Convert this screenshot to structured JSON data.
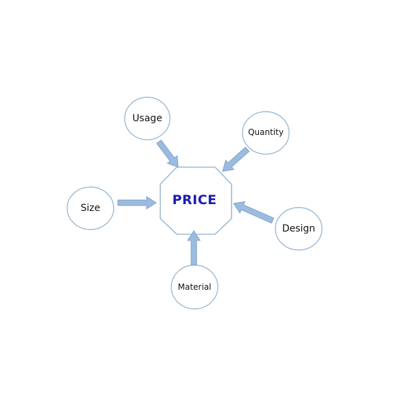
{
  "center": {
    "label": "PRICE",
    "color": "#1b1bb0"
  },
  "factors": {
    "usage": "Usage",
    "quantity": "Quantity",
    "size": "Size",
    "design": "Design",
    "material": "Material"
  },
  "colors": {
    "outline": "#9ebbd4",
    "arrow_fill": "#9bbbdf"
  }
}
